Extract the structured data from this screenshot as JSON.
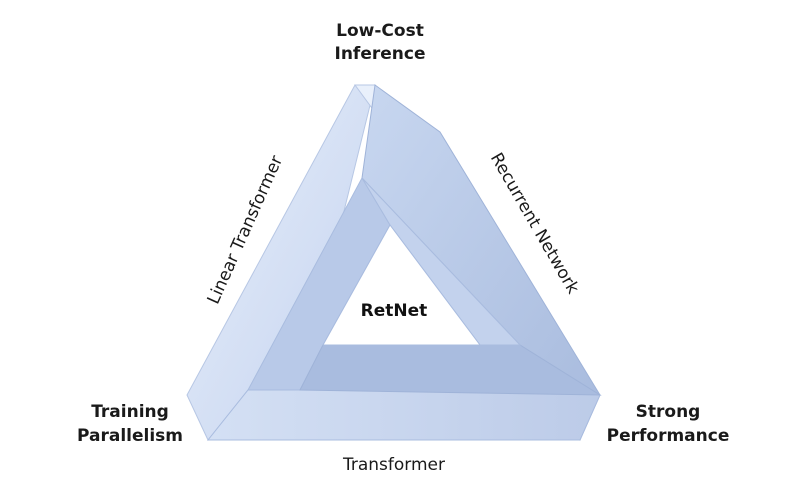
{
  "diagram": {
    "center_label": "RetNet",
    "corners": {
      "top": [
        "Low-Cost",
        "Inference"
      ],
      "left": [
        "Training",
        "Parallelism"
      ],
      "right": [
        "Strong",
        "Performance"
      ]
    },
    "edges": {
      "left": "Linear Transformer",
      "right": "Recurrent Network",
      "bottom": "Transformer"
    },
    "colors": {
      "face_light": "#dbe6f7",
      "face_mid": "#c7d6ee",
      "face_dark": "#a9bcdf",
      "text": "#1a1a1a"
    }
  }
}
